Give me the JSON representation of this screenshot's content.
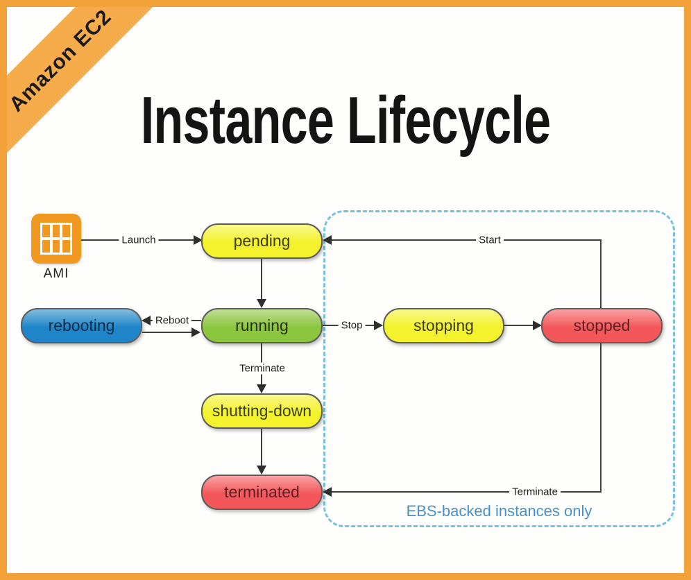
{
  "banner": {
    "label": "Amazon EC2",
    "color": "#F7AC4B"
  },
  "frame_color": "#F2A239",
  "title": "Instance Lifecycle",
  "diagram": {
    "ami": {
      "label": "AMI",
      "icon": "ami-grid-icon",
      "color": "#F0981F"
    },
    "states": [
      {
        "id": "pending",
        "label": "pending",
        "fill": "#F3F22C",
        "text": "#3E3E14"
      },
      {
        "id": "running",
        "label": "running",
        "fill": "#8CC63F",
        "text": "#26330E"
      },
      {
        "id": "rebooting",
        "label": "rebooting",
        "fill": "#1E86C8",
        "text": "#0B2B45"
      },
      {
        "id": "stopping",
        "label": "stopping",
        "fill": "#F3F22C",
        "text": "#3E3E14"
      },
      {
        "id": "stopped",
        "label": "stopped",
        "fill": "#F4575A",
        "text": "#5E2023"
      },
      {
        "id": "shutting-down",
        "label": "shutting-down",
        "fill": "#F3F22C",
        "text": "#3E3E14"
      },
      {
        "id": "terminated",
        "label": "terminated",
        "fill": "#F4575A",
        "text": "#5E2023"
      }
    ],
    "edges": [
      {
        "id": "launch",
        "label": "Launch"
      },
      {
        "id": "reboot",
        "label": "Reboot"
      },
      {
        "id": "stop",
        "label": "Stop"
      },
      {
        "id": "start",
        "label": "Start"
      },
      {
        "id": "terminate-running",
        "label": "Terminate"
      },
      {
        "id": "terminate-stopped",
        "label": "Terminate"
      }
    ],
    "ebs_note": "EBS-backed instances only",
    "ebs_note_color": "#4A90C8",
    "dashed_border_color": "#76C1E1",
    "line_color": "#3d3d3d"
  }
}
